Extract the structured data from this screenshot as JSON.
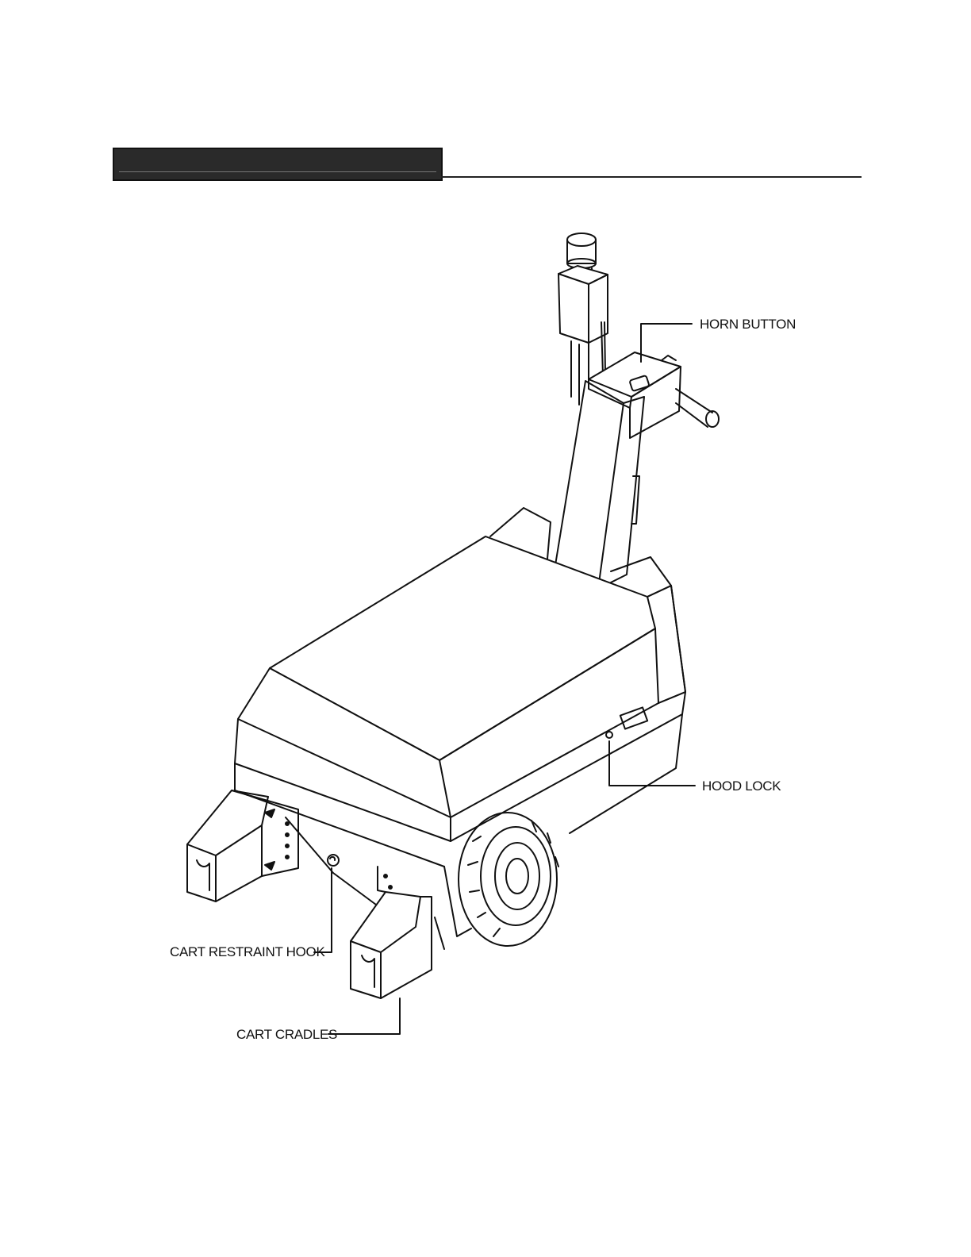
{
  "header": {
    "title": ""
  },
  "callouts": {
    "horn_button": "HORN BUTTON",
    "hood_lock": "HOOD LOCK",
    "cart_restraint_hook": "CART RESTRAINT HOOK",
    "cart_cradles": "CART CRADLES"
  },
  "colors": {
    "ink": "#111111",
    "header_bar": "#2a2a2a"
  }
}
